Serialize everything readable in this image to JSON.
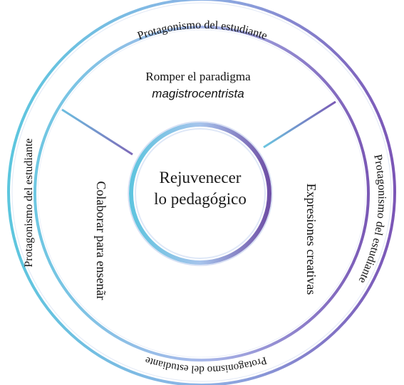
{
  "center": {
    "line1": "Rejuvenecer",
    "line2": "lo pedagógico"
  },
  "segments": {
    "top_line1": "Romper el paradigma",
    "top_line2": "magistrocentrista",
    "left": "Colaborar para ensenãr",
    "right": "Expresiones creativas"
  },
  "outer_ring": {
    "top": "Protagonismo  del estudiante",
    "left": "Protagonismo  del estudiante",
    "right": "Protagonismo  del estudiante",
    "bottom": "Protagonismo  del estudiante"
  },
  "colors": {
    "teal": "#62c3df",
    "light_blue": "#a9c4ea",
    "purple": "#8a66bd",
    "dark_purple": "#6e4fa6"
  }
}
